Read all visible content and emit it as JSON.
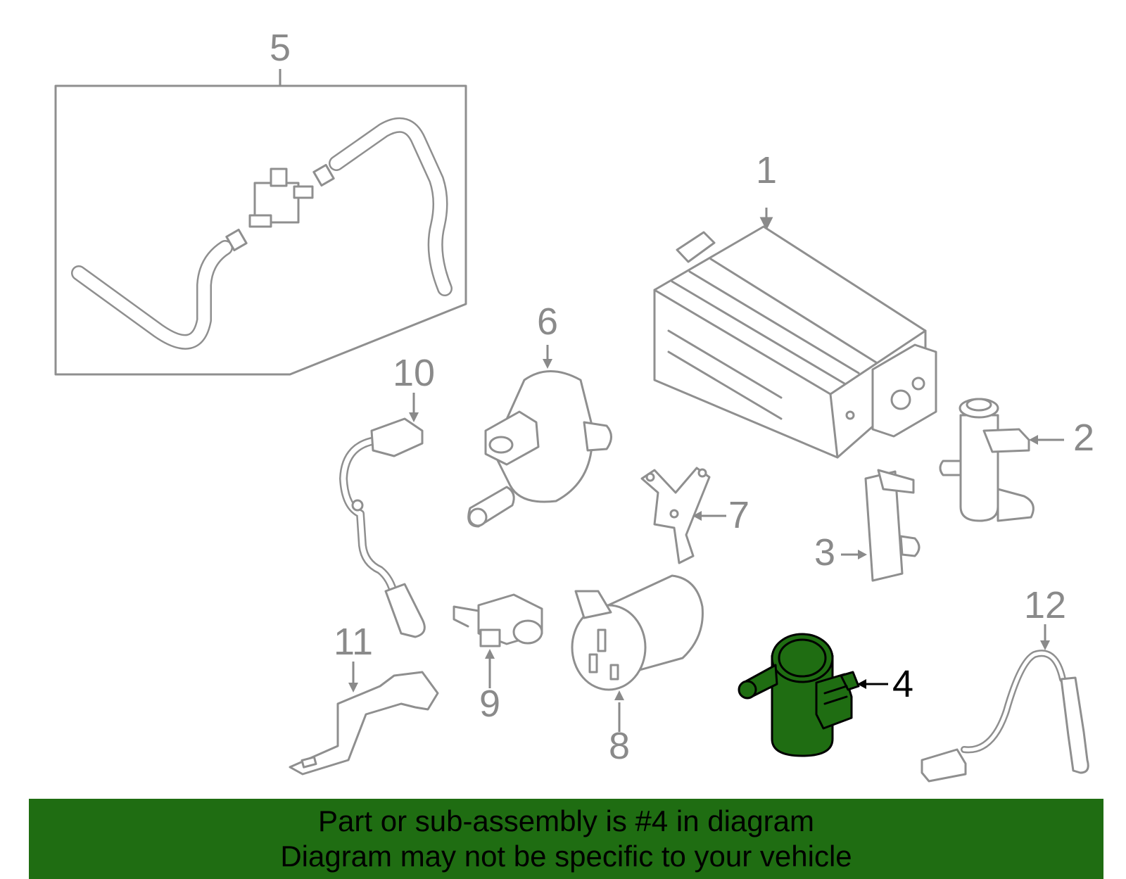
{
  "diagram": {
    "callouts": {
      "c1": "1",
      "c2": "2",
      "c3": "3",
      "c4": "4",
      "c5": "5",
      "c6": "6",
      "c7": "7",
      "c8": "8",
      "c9": "9",
      "c10": "10",
      "c11": "11",
      "c12": "12"
    },
    "highlight_part": "4",
    "colors": {
      "highlight_fill": "#1f6d12",
      "banner_bg": "#1f6d12",
      "line_gray": "#8f8f8f",
      "callout_gray": "#8a8a8a"
    }
  },
  "banner": {
    "line1": "Part or sub-assembly is #4 in diagram",
    "line2": "Diagram may not be specific to your vehicle"
  }
}
